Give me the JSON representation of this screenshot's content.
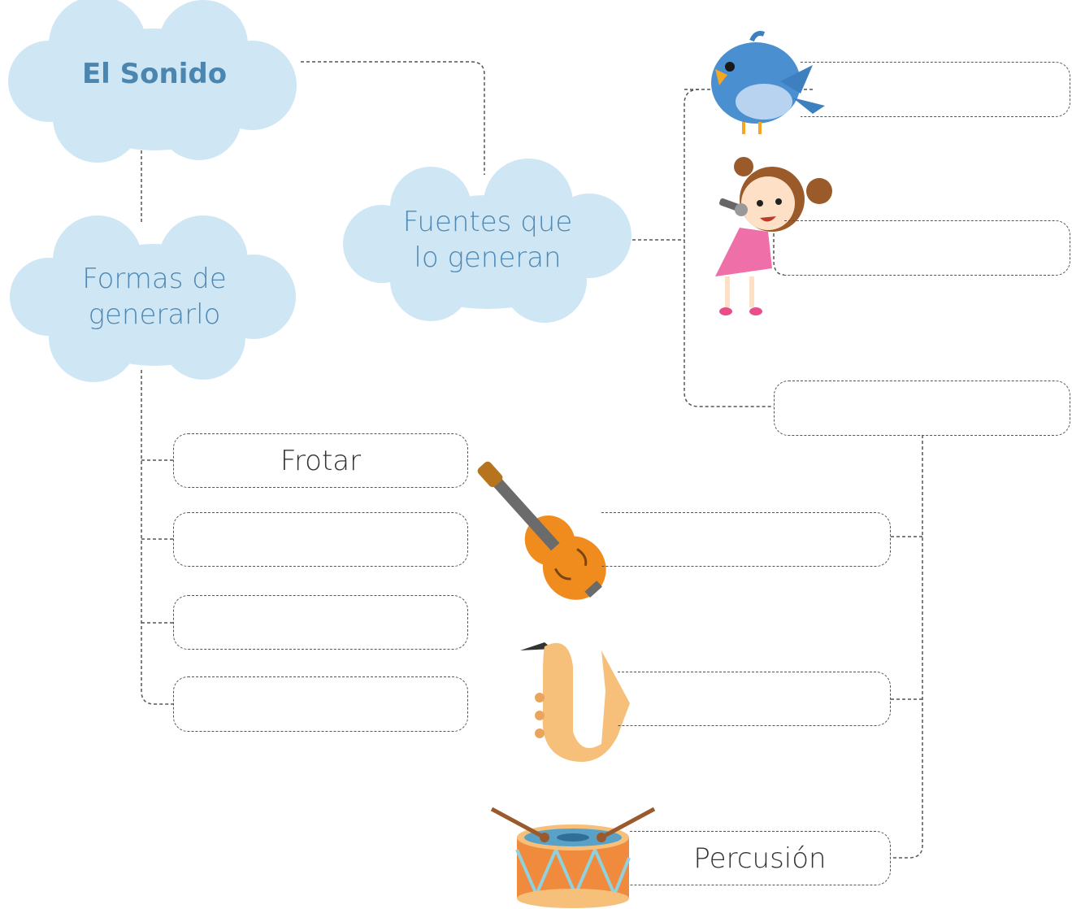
{
  "main_topic": "El Sonido",
  "branches": {
    "forms": {
      "label_line1": "Formas de",
      "label_line2": "generarlo",
      "items": [
        "Frotar",
        "",
        "",
        ""
      ]
    },
    "sources": {
      "label_line1": "Fuentes que",
      "label_line2": "lo generan",
      "items": [
        "",
        "",
        ""
      ],
      "instrument_items": [
        "",
        "",
        "Percusión"
      ]
    }
  },
  "illustrations": [
    "bird-icon",
    "singing-girl-icon",
    "violin-icon",
    "saxophone-icon",
    "drum-icon"
  ],
  "colors": {
    "cloud": "#cfe6f5",
    "cloud_text": "#4f89b3",
    "line": "#555555"
  }
}
